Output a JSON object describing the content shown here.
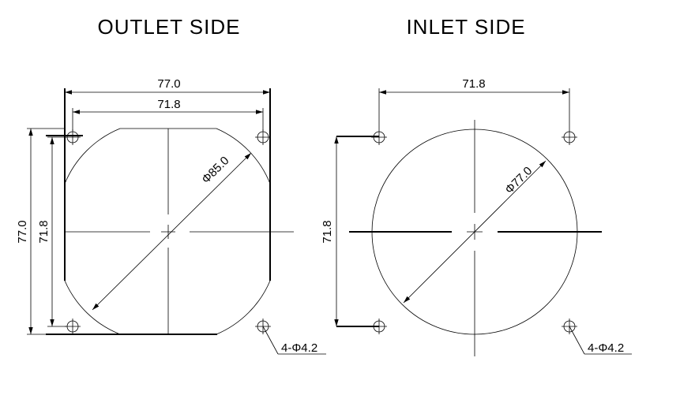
{
  "titles": {
    "outlet": "OUTLET SIDE",
    "inlet": "INLET SIDE"
  },
  "outlet": {
    "dim_overall_width": "77.0",
    "dim_hole_spacing_width": "71.8",
    "dim_overall_height": "77.0",
    "dim_hole_spacing_height": "71.8",
    "dim_diameter": "Φ85.0",
    "hole_callout": "4-Φ4.2"
  },
  "inlet": {
    "dim_hole_spacing_width": "71.8",
    "dim_hole_spacing_height": "71.8",
    "dim_diameter": "Φ77.0",
    "hole_callout": "4-Φ4.2"
  }
}
